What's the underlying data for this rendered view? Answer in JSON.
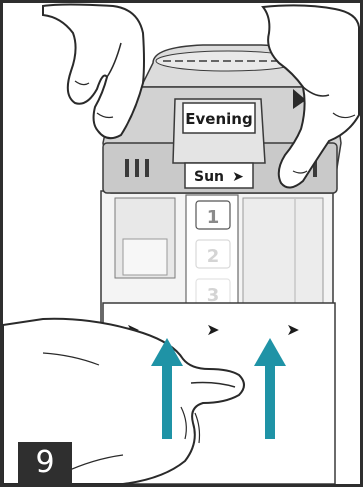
{
  "illustration": {
    "time_of_day_label": "Evening",
    "day_label": "Sun",
    "day_arrow_glyph": "➤",
    "compartment_numbers": [
      "1",
      "2",
      "3"
    ],
    "card_arrow_glyph": "➤"
  },
  "step": {
    "number": "9"
  },
  "colors": {
    "frame": "#2e2e2e",
    "device_body": "#cfcfcf",
    "device_light": "#e3e3e3",
    "outline": "#3a3a3a",
    "push_arrow": "#1f93a6",
    "badge_background": "#2f2f2f",
    "badge_text": "#ffffff"
  }
}
